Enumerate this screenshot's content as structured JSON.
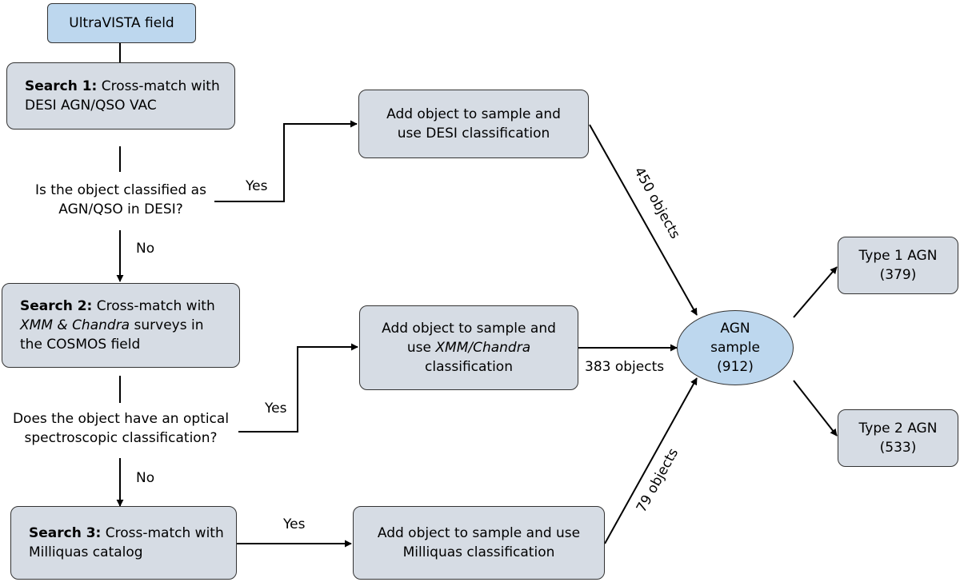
{
  "start": {
    "label": "UltraVISTA field"
  },
  "search1": {
    "bold": "Search 1:",
    "text": " Cross-match with",
    "line2": "DESI AGN/QSO VAC"
  },
  "q1": {
    "line1": "Is the object classified as",
    "line2": "AGN/QSO in DESI?"
  },
  "search2": {
    "bold": "Search 2:",
    "text": " Cross-match with",
    "line2_italic_a": "XMM",
    "line2_mid": " & ",
    "line2_italic_b": "Chandra",
    "line2_end": " surveys in",
    "line3": "the COSMOS field"
  },
  "q2": {
    "line1": "Does the object have an optical",
    "line2": "spectroscopic classification?"
  },
  "search3": {
    "bold": "Search 3:",
    "text": " Cross-match with",
    "line2": "Milliquas catalog"
  },
  "add1": {
    "line1": "Add object to sample and",
    "line2": "use DESI classification"
  },
  "add2": {
    "line1": "Add object to sample and",
    "line2_pre": "use ",
    "line2_italic": "XMM/Chandra",
    "line3": "classification"
  },
  "add3": {
    "line1": "Add object to sample and use",
    "line2": "Milliquas classification"
  },
  "agn": {
    "line1": "AGN",
    "line2": "sample",
    "line3": "(912)"
  },
  "type1": {
    "line1": "Type 1 AGN",
    "line2": "(379)"
  },
  "type2": {
    "line1": "Type 2 AGN",
    "line2": "(533)"
  },
  "labels": {
    "yes1": "Yes",
    "no1": "No",
    "yes2": "Yes",
    "no2": "No",
    "yes3": "Yes",
    "count1": "450 objects",
    "count2": "383 objects",
    "count3": "79 objects"
  }
}
